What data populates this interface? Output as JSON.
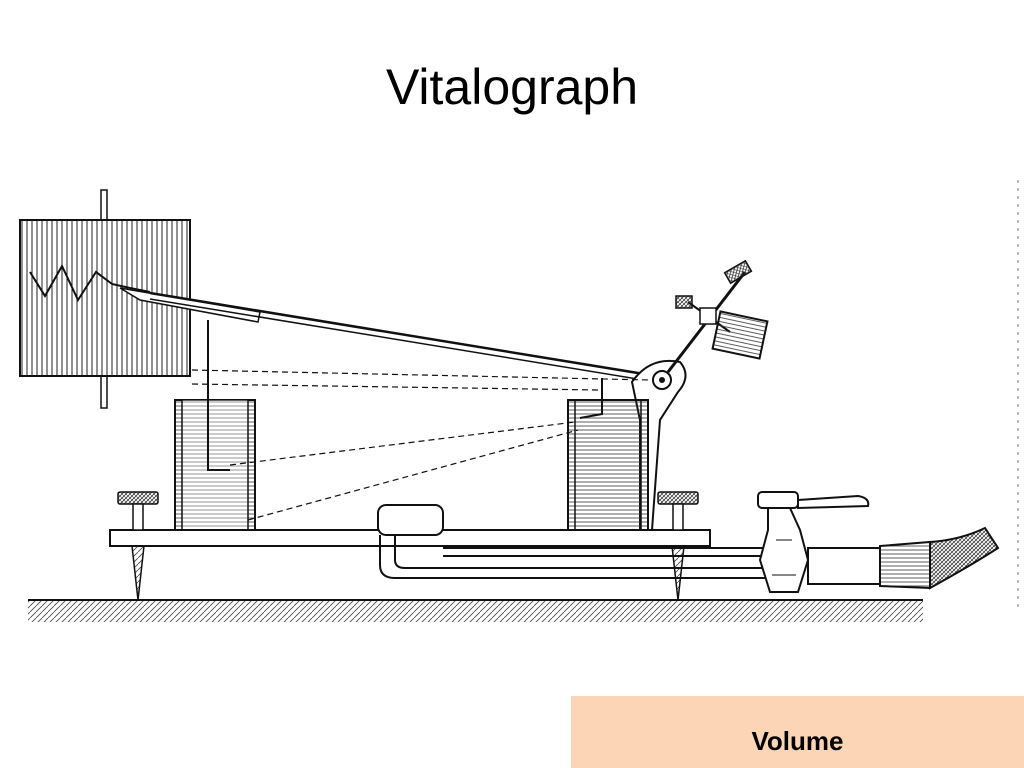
{
  "slide": {
    "title": "Vitalograph",
    "label": "Volume"
  },
  "colors": {
    "background": "#ffffff",
    "label_box": "#fbd5b5",
    "ink": "#1a1a1a"
  },
  "figure": {
    "name": "vitalograph-apparatus-engraving"
  }
}
